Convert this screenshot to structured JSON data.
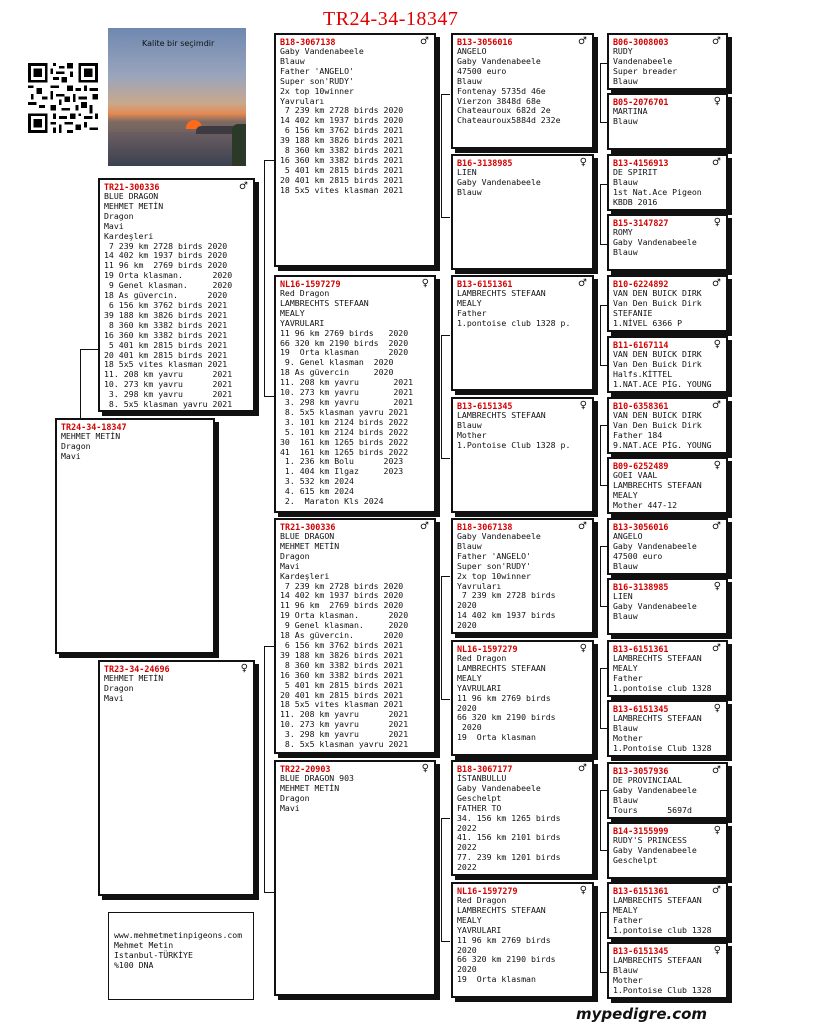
{
  "title": "TR24-34-18347",
  "photo_caption": "Kalite bir seçimdir",
  "brand": "mypedigre.com",
  "footer_lines": [
    "www.mehmetmetinpigeons.com",
    "Mehmet Metin",
    "Istanbul-TÜRKİYE",
    "%100 DNA"
  ],
  "boxes": [
    {
      "id": "TR24-34-18347",
      "sex": "",
      "lines": [
        "MEHMET METİN",
        "Dragon",
        "Mavi"
      ]
    },
    {
      "id": "TR21-300336",
      "sex": "♂",
      "lines": [
        "BLUE DRAGON",
        "MEHMET METİN",
        "Dragon",
        "Mavi",
        "Kardeşleri",
        " 7 239 km 2728 birds 2020",
        "14 402 km 1937 birds 2020",
        "11 96 km  2769 birds 2020",
        "19 Orta klasman.      2020",
        " 9 Genel klasman.     2020",
        "18 As güvercin.      2020",
        " 6 156 km 3762 birds 2021",
        "39 188 km 3826 birds 2021",
        " 8 360 km 3382 birds 2021",
        "16 360 km 3382 birds 2021",
        " 5 401 km 2815 birds 2021",
        "20 401 km 2815 birds 2021",
        "18 5x5 vites klasman 2021",
        "11. 208 km yavru      2021",
        "10. 273 km yavru      2021",
        " 3. 298 km yavru      2021",
        " 8. 5x5 klasman yavru 2021"
      ]
    },
    {
      "id": "TR23-34-24696",
      "sex": "♀",
      "lines": [
        "MEHMET METİN",
        "Dragon",
        "Mavi"
      ]
    },
    {
      "id": "B18-3067138",
      "sex": "♂",
      "lines": [
        "Gaby Vandenabeele",
        "Blauw",
        "Father 'ANGELO'",
        "Super son'RUDY'",
        "2x top 10winner",
        "Yavruları",
        " 7 239 km 2728 birds 2020",
        "14 402 km 1937 birds 2020",
        " 6 156 km 3762 birds 2021",
        "39 188 km 3826 birds 2021",
        " 8 360 km 3382 birds 2021",
        "16 360 km 3382 birds 2021",
        " 5 401 km 2815 birds 2021",
        "20 401 km 2815 birds 2021",
        "18 5x5 vites klasman 2021"
      ]
    },
    {
      "id": "NL16-1597279",
      "sex": "♀",
      "lines": [
        "Red Dragon",
        "LAMBRECHTS STEFAAN",
        "MEALY",
        "",
        "YAVRULARI",
        "11 96 km 2769 birds   2020",
        "66 320 km 2190 birds  2020",
        "19  Orta klasman      2020",
        " 9. Genel klasman  2020",
        "18 As güvercin     2020",
        "11. 208 km yavru       2021",
        "10. 273 km yavru       2021",
        " 3. 298 km yavru       2021",
        " 8. 5x5 klasman yavru 2021",
        " 3. 101 km 2124 birds 2022",
        " 5. 101 km 2124 birds 2022",
        "30  161 km 1265 birds 2022",
        "41  161 km 1265 birds 2022",
        " 1. 236 km Bolu      2023",
        " 1. 404 km Ilgaz     2023",
        " 3. 532 km 2024",
        " 4. 615 km 2024",
        " 2.  Maraton Kls 2024"
      ]
    },
    {
      "id": "TR21-300336",
      "sex": "♂",
      "lines": [
        "BLUE DRAGON",
        "MEHMET METİN",
        "Dragon",
        "Mavi",
        "Kardeşleri",
        " 7 239 km 2728 birds 2020",
        "14 402 km 1937 birds 2020",
        "11 96 km  2769 birds 2020",
        "19 Orta klasman.      2020",
        " 9 Genel klasman.     2020",
        "18 As güvercin.      2020",
        " 6 156 km 3762 birds 2021",
        "39 188 km 3826 birds 2021",
        " 8 360 km 3382 birds 2021",
        "16 360 km 3382 birds 2021",
        " 5 401 km 2815 birds 2021",
        "20 401 km 2815 birds 2021",
        "18 5x5 vites klasman 2021",
        "11. 208 km yavru      2021",
        "10. 273 km yavru      2021",
        " 3. 298 km yavru      2021",
        " 8. 5x5 klasman yavru 2021"
      ]
    },
    {
      "id": "TR22-20903",
      "sex": "♀",
      "lines": [
        "BLUE DRAGON 903",
        "MEHMET METİN",
        "Dragon",
        "Mavi"
      ]
    },
    {
      "id": "B13-3056016",
      "sex": "♂",
      "lines": [
        "ANGELO",
        "Gaby Vandenabeele",
        "47500 euro",
        "Blauw",
        "Fontenay 5735d 46e",
        "Vierzon 3848d 68e",
        "Chateauroux 682d 2e",
        "Chateauroux5884d 232e"
      ]
    },
    {
      "id": "B16-3138985",
      "sex": "♀",
      "lines": [
        "LIEN",
        "Gaby Vandenabeele",
        "Blauw"
      ]
    },
    {
      "id": "B13-6151361",
      "sex": "♂",
      "lines": [
        "LAMBRECHTS STEFAAN",
        "MEALY",
        "Father",
        "1.pontoise club 1328 p."
      ]
    },
    {
      "id": "B13-6151345",
      "sex": "♀",
      "lines": [
        "LAMBRECHTS STEFAAN",
        "Blauw",
        "Mother",
        "1.Pontoise Club 1328 p."
      ]
    },
    {
      "id": "B18-3067138",
      "sex": "♂",
      "lines": [
        "Gaby Vandenabeele",
        "Blauw",
        "Father 'ANGELO'",
        "Super son'RUDY'",
        "2x top 10winner",
        "Yavruları",
        " 7 239 km 2728 birds",
        "2020",
        "14 402 km 1937 birds",
        "2020"
      ]
    },
    {
      "id": "NL16-1597279",
      "sex": "♀",
      "lines": [
        "Red Dragon",
        "LAMBRECHTS STEFAAN",
        "MEALY",
        "",
        "YAVRULARI",
        "11 96 km 2769 birds",
        "2020",
        "66 320 km 2190 birds",
        " 2020",
        "19  Orta klasman"
      ]
    },
    {
      "id": "B18-3067177",
      "sex": "♂",
      "lines": [
        "İSTANBULLU",
        "Gaby Vandenabeele",
        "Geschelpt",
        "FATHER TO",
        "34. 156 km 1265 birds",
        "2022",
        "41. 156 km 2101 birds",
        "2022",
        "77. 239 km 1201 birds",
        "2022"
      ]
    },
    {
      "id": "NL16-1597279",
      "sex": "♀",
      "lines": [
        "Red Dragon",
        "LAMBRECHTS STEFAAN",
        "MEALY",
        "",
        "YAVRULARI",
        "11 96 km 2769 birds",
        "2020",
        "66 320 km 2190 birds",
        "2020",
        "19  Orta klasman"
      ]
    },
    {
      "id": "B06-3008003",
      "sex": "♂",
      "lines": [
        "RUDY",
        "Vandenabeele",
        "Super breader",
        "Blauw"
      ]
    },
    {
      "id": "B05-2076701",
      "sex": "♀",
      "lines": [
        "MARTINA",
        "Blauw"
      ]
    },
    {
      "id": "B13-4156913",
      "sex": "♂",
      "lines": [
        "DE SPIRIT",
        "Blauw",
        "1st Nat.Ace Pigeon",
        "KBDB 2016"
      ]
    },
    {
      "id": "B15-3147827",
      "sex": "♀",
      "lines": [
        "ROMY",
        "Gaby Vandenabeele",
        "Blauw"
      ]
    },
    {
      "id": "B10-6224892",
      "sex": "♂",
      "lines": [
        "VAN DEN BUICK DIRK",
        "Van Den Buick Dirk",
        "STEFANIE",
        "1.NİVEL 6366 P"
      ]
    },
    {
      "id": "B11-6167114",
      "sex": "♀",
      "lines": [
        "VAN DEN BUICK DIRK",
        "Van Den Buick Dirk",
        "Halfs.KİTTEL",
        "1.NAT.ACE PİG. YOUNG"
      ]
    },
    {
      "id": "B10-6358361",
      "sex": "♂",
      "lines": [
        "VAN DEN BUICK DIRK",
        "Van Den Buick Dirk",
        "Father 184",
        "9.NAT.ACE PİG. YOUNG"
      ]
    },
    {
      "id": "B09-6252489",
      "sex": "♀",
      "lines": [
        "GOEI VAAL",
        "LAMBRECHTS STEFAAN",
        "MEALY",
        "Mother 447-12"
      ]
    },
    {
      "id": "B13-3056016",
      "sex": "♂",
      "lines": [
        "ANGELO",
        "Gaby Vandenabeele",
        "47500 euro",
        "Blauw"
      ]
    },
    {
      "id": "B16-3138985",
      "sex": "♀",
      "lines": [
        "LIEN",
        "Gaby Vandenabeele",
        "Blauw"
      ]
    },
    {
      "id": "B13-6151361",
      "sex": "♂",
      "lines": [
        "LAMBRECHTS STEFAAN",
        "MEALY",
        "Father",
        "1.pontoise club 1328"
      ]
    },
    {
      "id": "B13-6151345",
      "sex": "♀",
      "lines": [
        "LAMBRECHTS STEFAAN",
        "Blauw",
        "Mother",
        "1.Pontoise Club 1328"
      ]
    },
    {
      "id": "B13-3057936",
      "sex": "♂",
      "lines": [
        "DE PROVINCIAAL",
        "Gaby Vandenabeele",
        "Blauw",
        "Tours      5697d"
      ]
    },
    {
      "id": "B14-3155999",
      "sex": "♀",
      "lines": [
        "RUDY'S PRINCESS",
        "Gaby Vandenabeele",
        "Geschelpt"
      ]
    },
    {
      "id": "B13-6151361",
      "sex": "♂",
      "lines": [
        "LAMBRECHTS STEFAAN",
        "MEALY",
        "Father",
        "1.pontoise club 1328"
      ]
    },
    {
      "id": "B13-6151345",
      "sex": "♀",
      "lines": [
        "LAMBRECHTS STEFAAN",
        "Blauw",
        "Mother",
        "1.Pontoise Club 1328"
      ]
    }
  ]
}
